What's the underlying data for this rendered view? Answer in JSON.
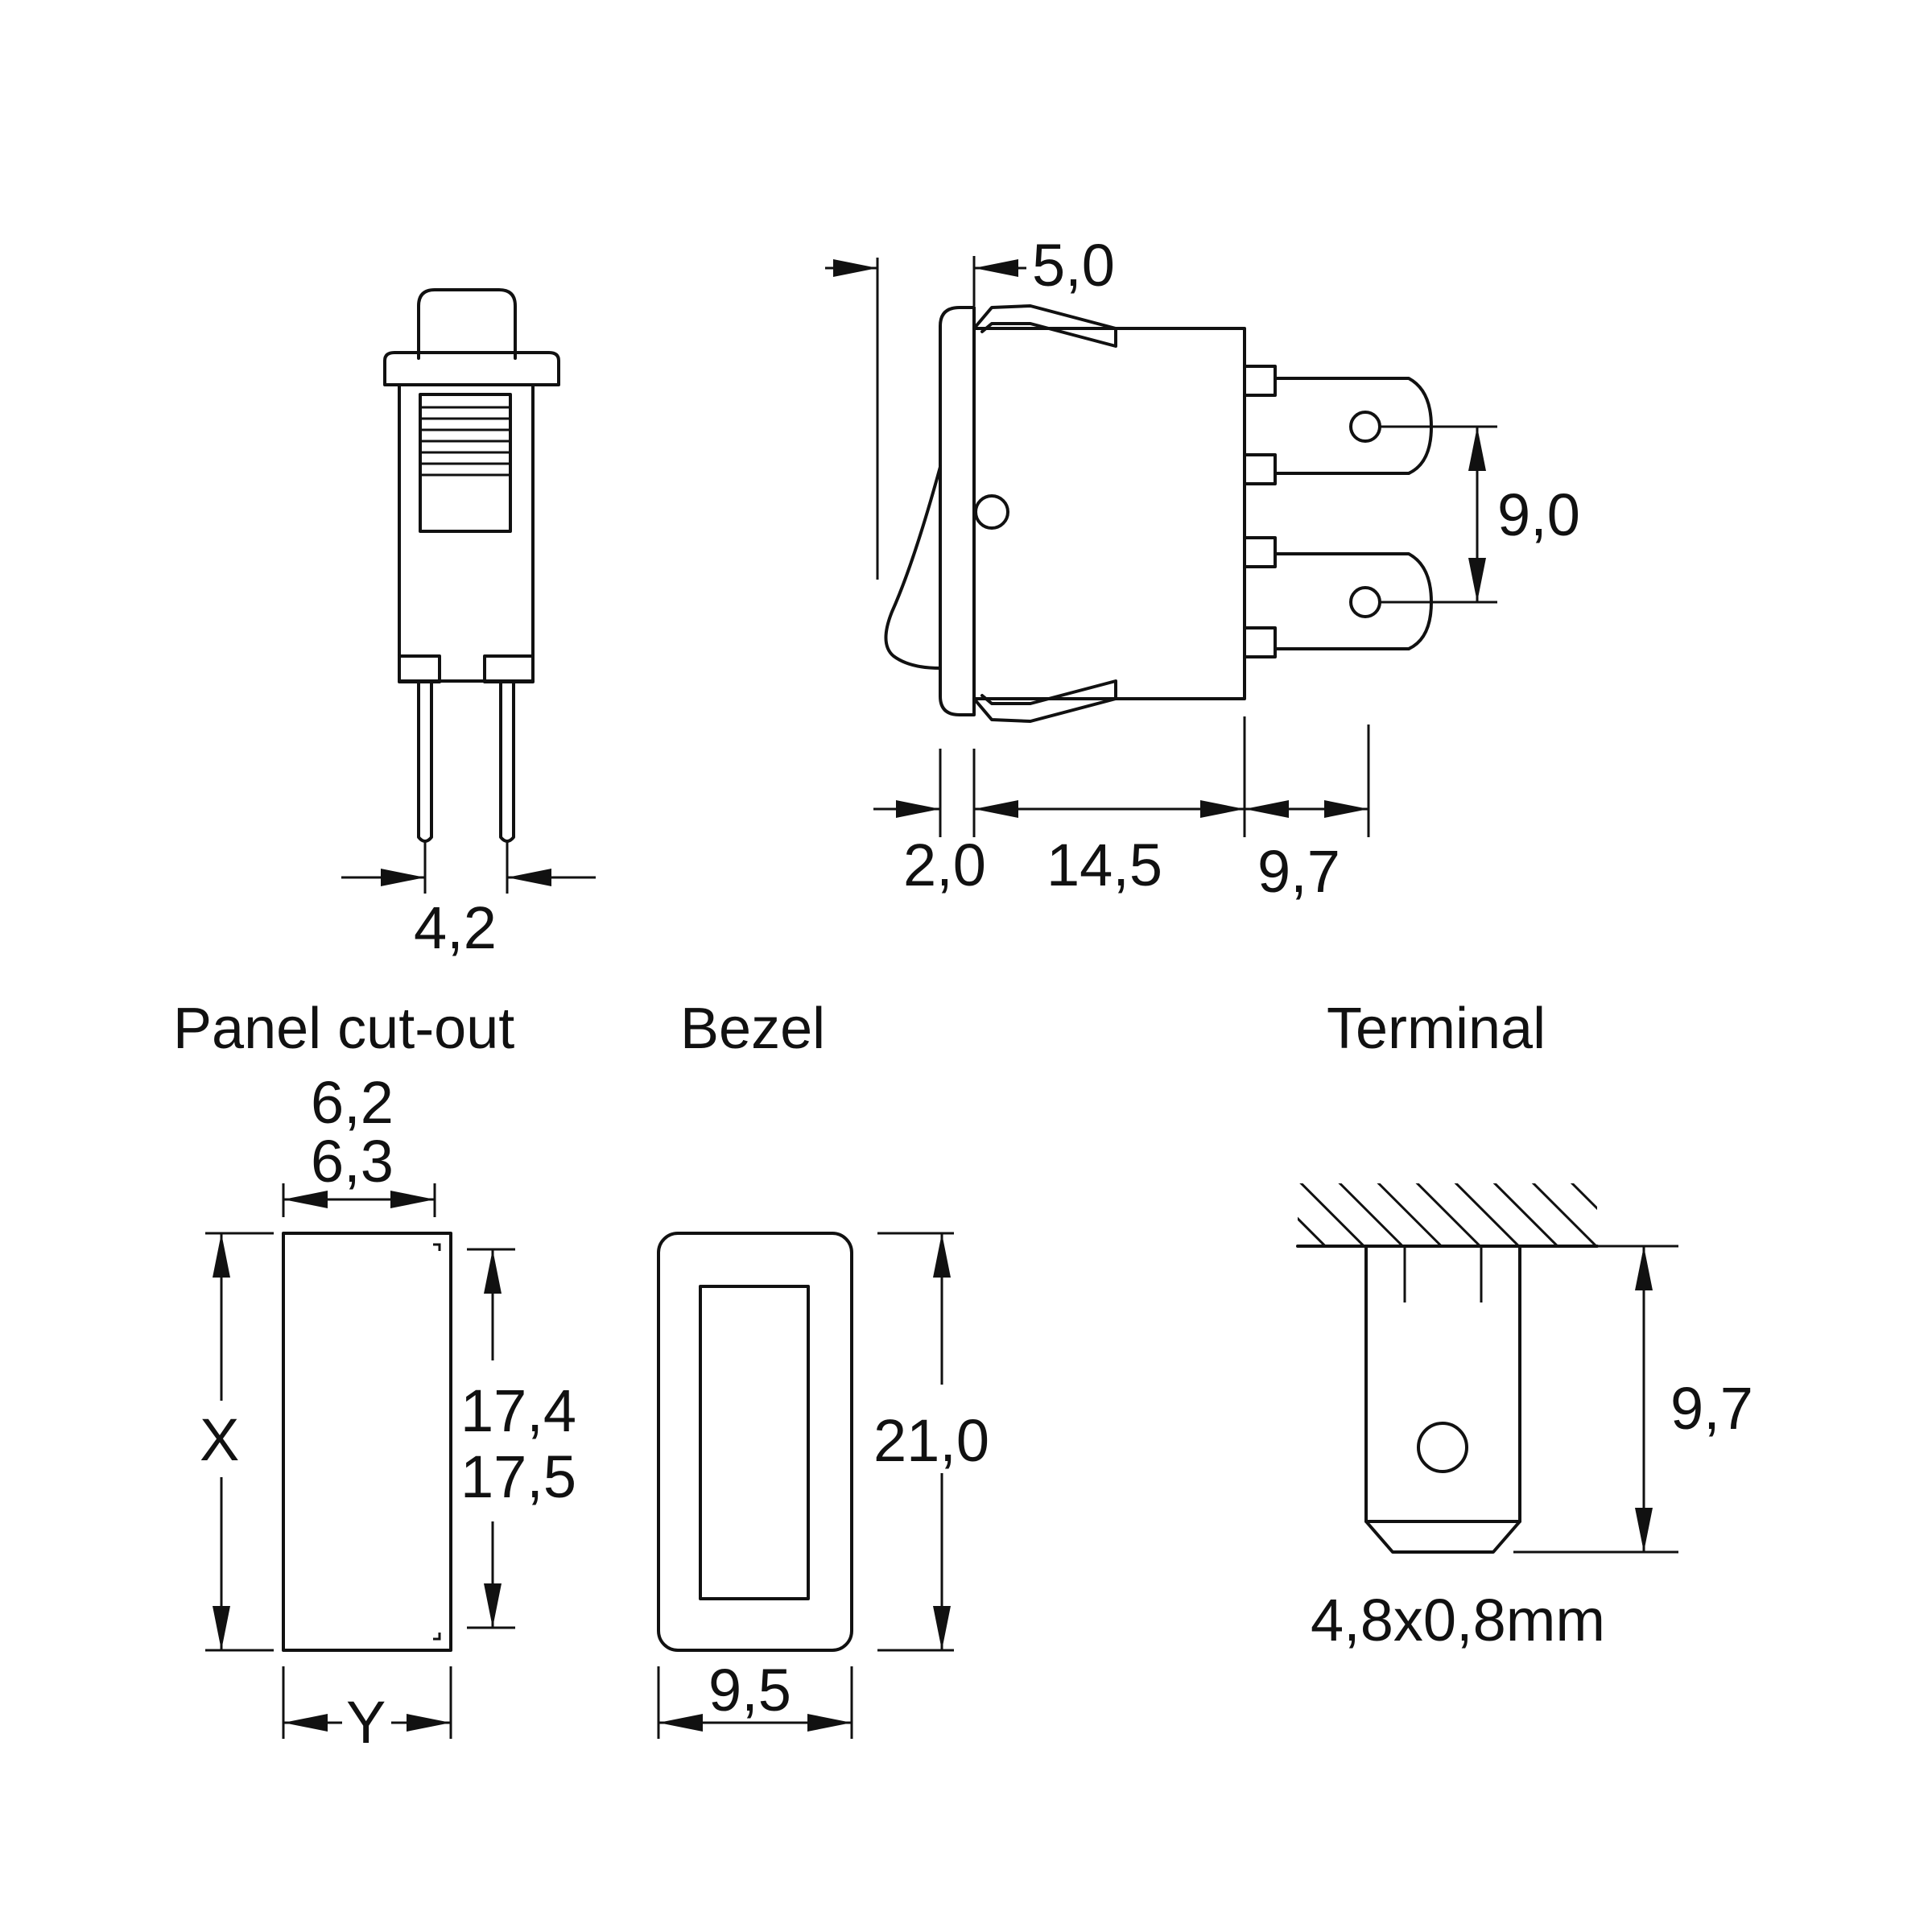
{
  "labels": {
    "panel_cutout": "Panel cut-out",
    "bezel": "Bezel",
    "terminal": "Terminal"
  },
  "dims": {
    "pin_pitch": "4,2",
    "bezel_offset": "5,0",
    "terminal_spacing": "9,0",
    "bezel_thickness": "2,0",
    "body_depth": "14,5",
    "terminal_length_side": "9,7",
    "cutout_width_a": "6,2",
    "cutout_width_b": "6,3",
    "cutout_height_a": "17,4",
    "cutout_height_b": "17,5",
    "cutout_x": "X",
    "cutout_y": "Y",
    "bezel_height": "21,0",
    "bezel_width": "9,5",
    "terminal_length": "9,7",
    "terminal_size": "4,8x0,8mm"
  }
}
